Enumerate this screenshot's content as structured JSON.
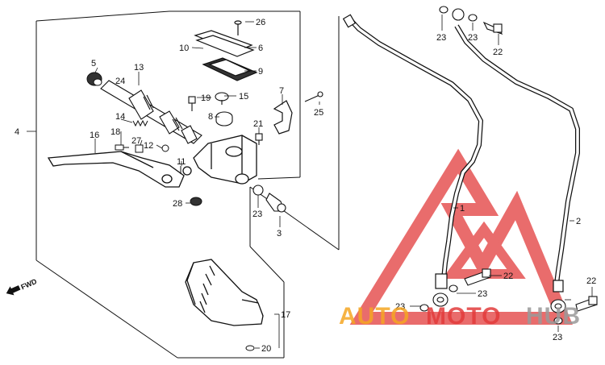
{
  "callouts": {
    "c1": "1",
    "c2": "2",
    "c3": "3",
    "c4": "4",
    "c5": "5",
    "c6": "6",
    "c7": "7",
    "c8": "8",
    "c9": "9",
    "c10": "10",
    "c11": "11",
    "c12": "12",
    "c13": "13",
    "c14": "14",
    "c15": "15",
    "c16": "16",
    "c17": "17",
    "c18": "18",
    "c19": "19",
    "c20": "20",
    "c21": "21",
    "c22a": "22",
    "c22b": "22",
    "c22c": "22",
    "c23a": "23",
    "c23b": "23",
    "c23c": "23",
    "c23d": "23",
    "c23e": "23",
    "c23f": "23",
    "c24": "24",
    "c25": "25",
    "c26": "26",
    "c27": "27",
    "c28": "28"
  },
  "fwd_label": "FWD",
  "watermark": {
    "part1": "AUTO",
    "part2": "MOTO",
    "part3": "HUB",
    "color_orange": "#f5a623",
    "color_red": "#e23b3b",
    "color_gray": "#9a9a9a"
  }
}
